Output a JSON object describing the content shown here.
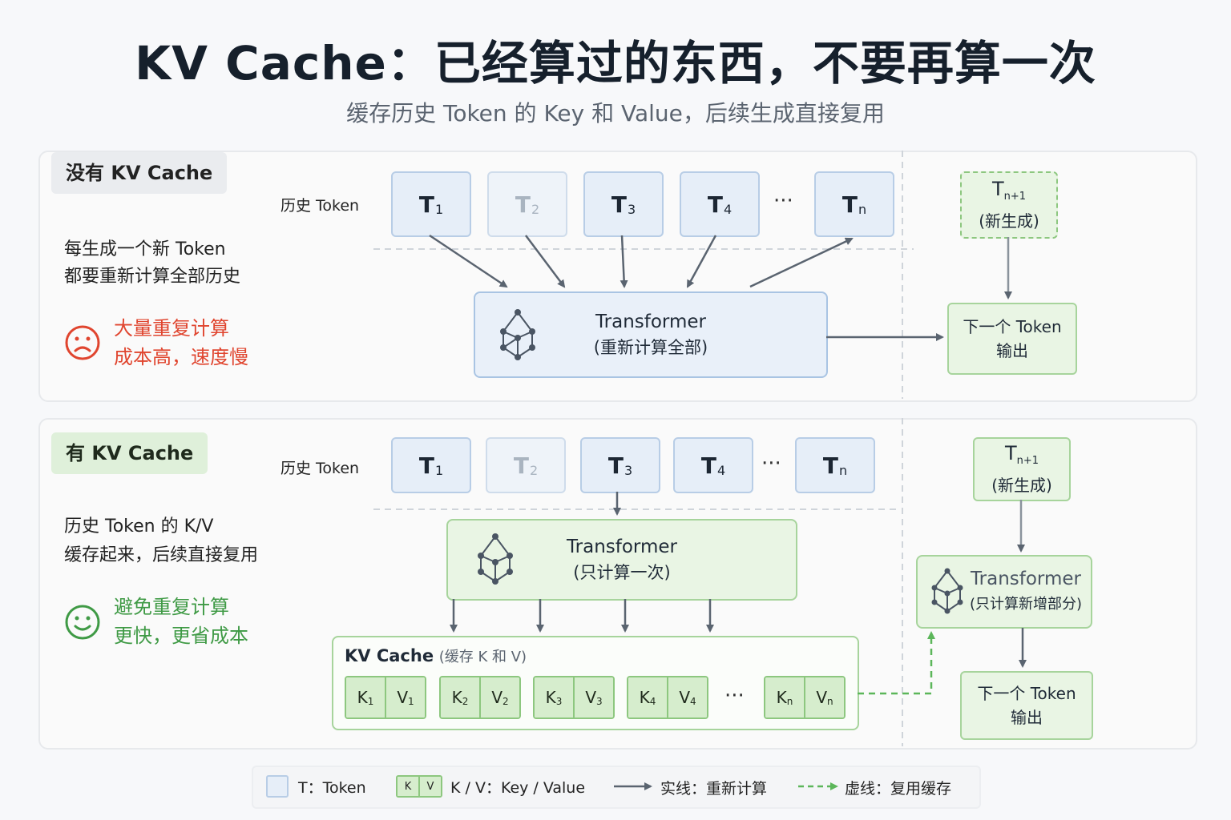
{
  "header": {
    "title": "KV Cache：已经算过的东西，不要再算一次",
    "subtitle": "缓存历史 Token 的 Key 和 Value，后续生成直接复用"
  },
  "without_cache": {
    "tag": "没有 KV Cache",
    "desc_line1": "每生成一个新 Token",
    "desc_line2": "都要重新计算全部历史",
    "bad_line1": "大量重复计算",
    "bad_line2": "成本高，速度慢",
    "history_label": "历史 Token",
    "tokens": [
      {
        "t": "T",
        "sub": "1"
      },
      {
        "t": "T",
        "sub": "2"
      },
      {
        "t": "T",
        "sub": "3"
      },
      {
        "t": "T",
        "sub": "4"
      },
      {
        "t": "T",
        "sub": "n"
      }
    ],
    "ellipsis": "···",
    "transformer_name": "Transformer",
    "transformer_sub": "(重新计算全部)",
    "new_token_t": "T",
    "new_token_sub": "n+1",
    "new_token_note": "(新生成)",
    "output_line1": "下一个 Token",
    "output_line2": "输出"
  },
  "with_cache": {
    "tag": "有 KV Cache",
    "desc_line1": "历史 Token 的 K/V",
    "desc_line2": "缓存起来，后续直接复用",
    "good_line1": "避免重复计算",
    "good_line2": "更快，更省成本",
    "history_label": "历史 Token",
    "tokens": [
      {
        "t": "T",
        "sub": "1"
      },
      {
        "t": "T",
        "sub": "2"
      },
      {
        "t": "T",
        "sub": "3"
      },
      {
        "t": "T",
        "sub": "4"
      },
      {
        "t": "T",
        "sub": "n"
      }
    ],
    "ellipsis": "···",
    "transformer_name": "Transformer",
    "transformer_sub": "(只计算一次)",
    "cache_title": "KV Cache",
    "cache_note": "(缓存 K 和 V)",
    "kv_pairs": [
      {
        "k": "K",
        "v": "V",
        "sub": "1"
      },
      {
        "k": "K",
        "v": "V",
        "sub": "2"
      },
      {
        "k": "K",
        "v": "V",
        "sub": "3"
      },
      {
        "k": "K",
        "v": "V",
        "sub": "4"
      },
      {
        "k": "K",
        "v": "V",
        "sub": "n"
      }
    ],
    "new_token_t": "T",
    "new_token_sub": "n+1",
    "new_token_note": "(新生成)",
    "transformer2_name": "Transformer",
    "transformer2_sub": "(只计算新增部分)",
    "output_line1": "下一个 Token",
    "output_line2": "输出"
  },
  "legend": {
    "token_label": "T：Token",
    "kv_k": "K",
    "kv_v": "V",
    "kv_label": "K / V：Key / Value",
    "solid_label": "实线：重新计算",
    "dashed_label": "虚线：复用缓存"
  },
  "colors": {
    "blue_fill": "#e6eef8",
    "green_fill": "#e9f5e4",
    "bad": "#e0452f",
    "good": "#3f9a45",
    "arrow": "#5a6470",
    "dashed_arrow": "#5cb65a"
  }
}
